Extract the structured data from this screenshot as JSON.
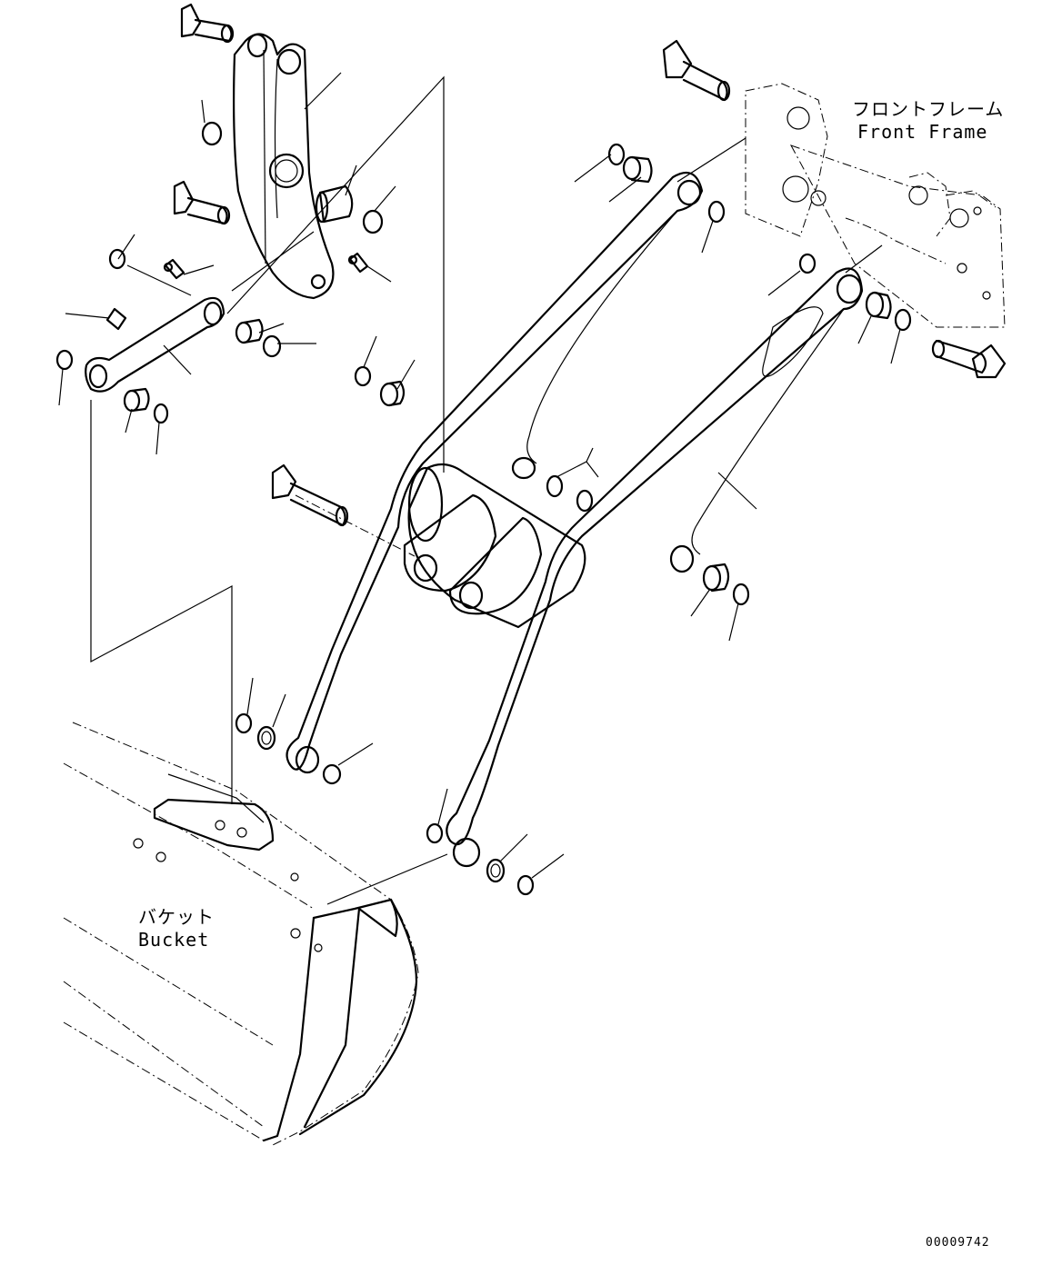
{
  "labels": {
    "front_frame_jp": "フロントフレーム",
    "front_frame_en": "Front Frame",
    "bucket_jp": "バケット",
    "bucket_en": "Bucket",
    "drawing_number": "00009742"
  },
  "icons": [
    "pin-icon",
    "ring-icon",
    "bushing-icon",
    "grease-fitting-icon"
  ]
}
